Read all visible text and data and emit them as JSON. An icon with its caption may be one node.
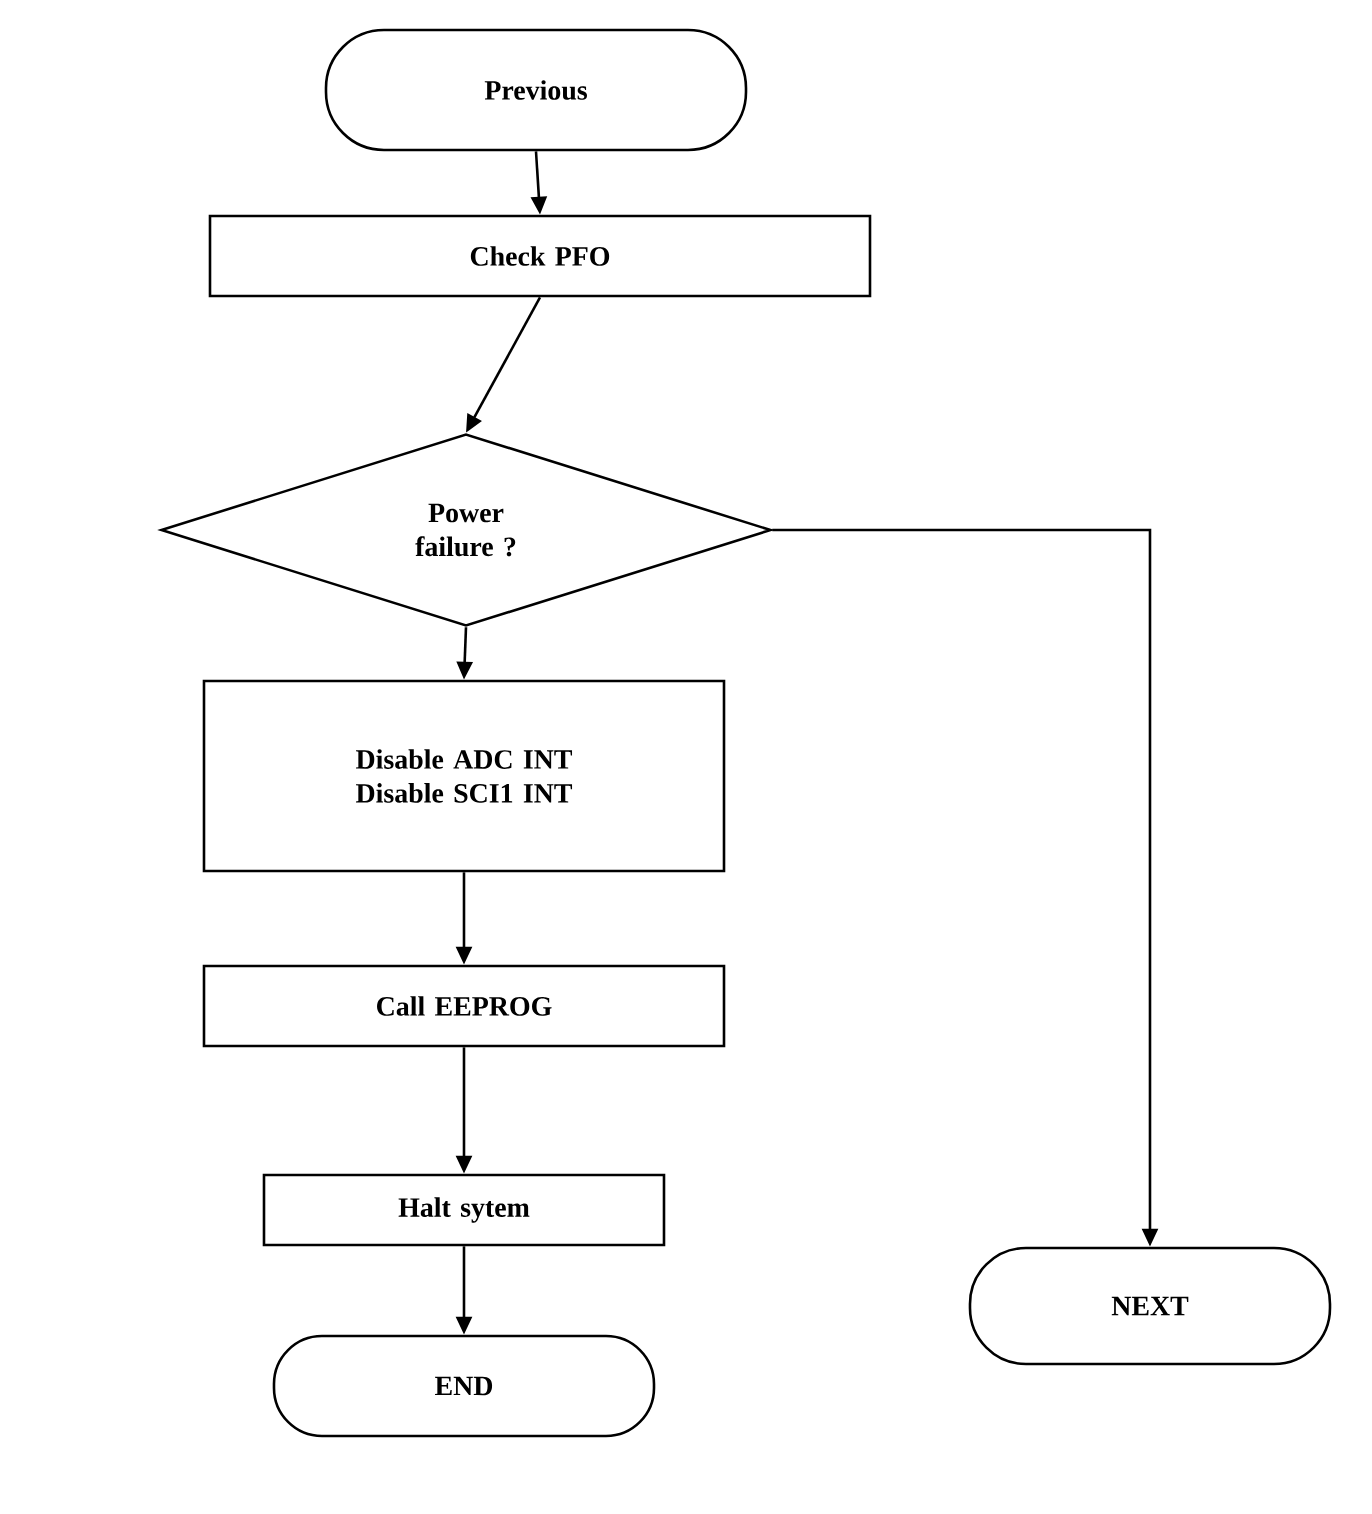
{
  "diagram": {
    "nodes": [
      {
        "text": [
          "Previous"
        ]
      },
      {
        "text": [
          "Check PFO"
        ]
      },
      {
        "text": [
          "Power failure ?"
        ]
      },
      {
        "text": [
          "Disable ADC INT Disable SCI1 INT"
        ]
      },
      {
        "text": [
          "Call EEPROG"
        ]
      },
      {
        "text": [
          "Halt sytem"
        ]
      },
      {
        "text": [
          "END"
        ]
      },
      {
        "text": [
          "NEXT"
        ]
      }
    ],
    "edges": [
      {
        "from": 0,
        "to": 1,
        "arrow": "to"
      },
      {
        "from": 1,
        "to": 2,
        "arrow": "to"
      },
      {
        "from": 2,
        "to": 3,
        "arrow": "to"
      },
      {
        "from": 3,
        "to": 4,
        "arrow": "to"
      },
      {
        "from": 4,
        "to": 5,
        "arrow": "to"
      },
      {
        "from": 5,
        "to": 6,
        "arrow": "to"
      },
      {
        "from": 2,
        "to": 7,
        "arrow": "to"
      }
    ]
  }
}
